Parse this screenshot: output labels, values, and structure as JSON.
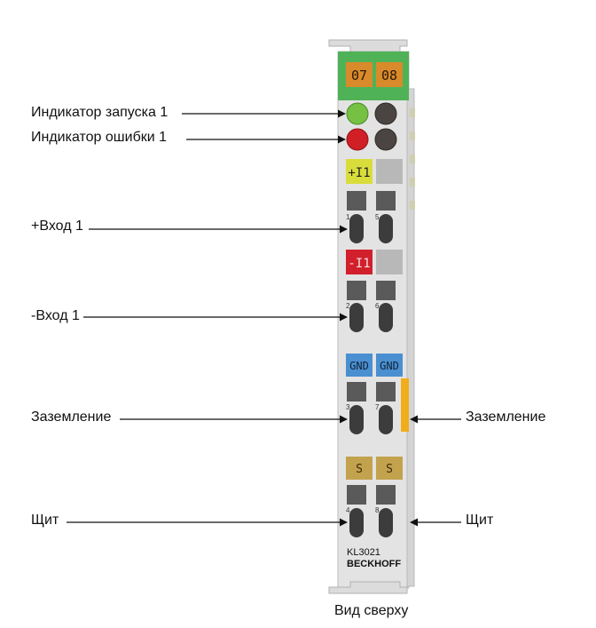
{
  "labels": {
    "run_indicator": "Индикатор запуска 1",
    "error_indicator": "Индикатор ошибки 1",
    "plus_input": "+Вход 1",
    "minus_input": "-Вход 1",
    "ground_left": "Заземление",
    "ground_right": "Заземление",
    "shield_left": "Щит",
    "shield_right": "Щит",
    "caption": "Вид сверху"
  },
  "module": {
    "channels": [
      "07",
      "08"
    ],
    "row1_label": "+I1",
    "row2_label": "-I1",
    "row3_labels": [
      "GND",
      "GND"
    ],
    "row4_labels": [
      "S",
      "S"
    ],
    "terminal_numbers": [
      "1",
      "5",
      "2",
      "6",
      "3",
      "7",
      "4",
      "8"
    ],
    "model": "KL3021",
    "brand": "BECKHOFF"
  },
  "colors": {
    "module_body": "#e3e3e3",
    "top_green": "#4fb257",
    "channel_orange": "#d98a2a",
    "led_green": "#76c043",
    "led_red": "#d11f26",
    "led_off": "#4a4542",
    "plus_yellow": "#d8dd3c",
    "minus_red": "#d21f2c",
    "gnd_blue": "#4a8fd0",
    "shield_tan": "#c3a24e",
    "ground_bar": "#f2ad1a"
  }
}
